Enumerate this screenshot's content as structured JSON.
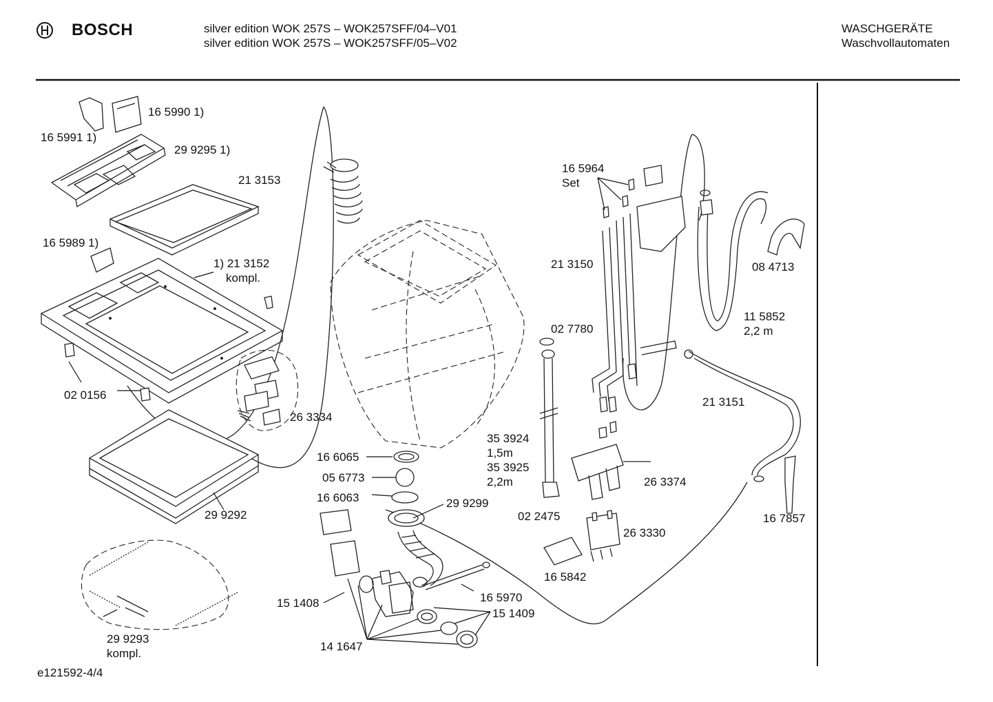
{
  "header": {
    "brand": "BOSCH",
    "model_line_1": "silver edition WOK 257S – WOK257SFF/04–V01",
    "model_line_2": "silver edition WOK 257S – WOK257SFF/05–V02",
    "category_line_1": "WASCHGERÄTE",
    "category_line_2": "Waschvollautomaten"
  },
  "footer": {
    "drawing_id": "e121592-4/4"
  },
  "labels": {
    "p165990": "16 5990 1)",
    "p165991": "16 5991 1)",
    "p299295": "29 9295 1)",
    "p213153": "21 3153",
    "p165989": "16 5989 1)",
    "p213152": "1) 21 3152",
    "p213152b": "kompl.",
    "p020156": "02 0156",
    "p263334": "26 3334",
    "p299292": "29 9292",
    "p299293": "29 9293",
    "p299293b": "kompl.",
    "p166065": "16 6065",
    "p056773": "05 6773",
    "p166063": "16 6063",
    "p299299": "29 9299",
    "p151408": "15 1408",
    "p141647": "14 1647",
    "p165970": "16 5970",
    "p151409": "15 1409",
    "p165964": "16 5964",
    "p165964b": "Set",
    "p213150": "21 3150",
    "p027780": "02 7780",
    "p353924": "35 3924",
    "p353924b": "1,5m",
    "p353925": "35 3925",
    "p353925b": "2,2m",
    "p022475": "02 2475",
    "p263374": "26 3374",
    "p263330": "26 3330",
    "p165842": "16 5842",
    "p084713": "08 4713",
    "p115852": "11 5852",
    "p115852b": "2,2 m",
    "p213151": "21 3151",
    "p167857": "16 7857"
  }
}
